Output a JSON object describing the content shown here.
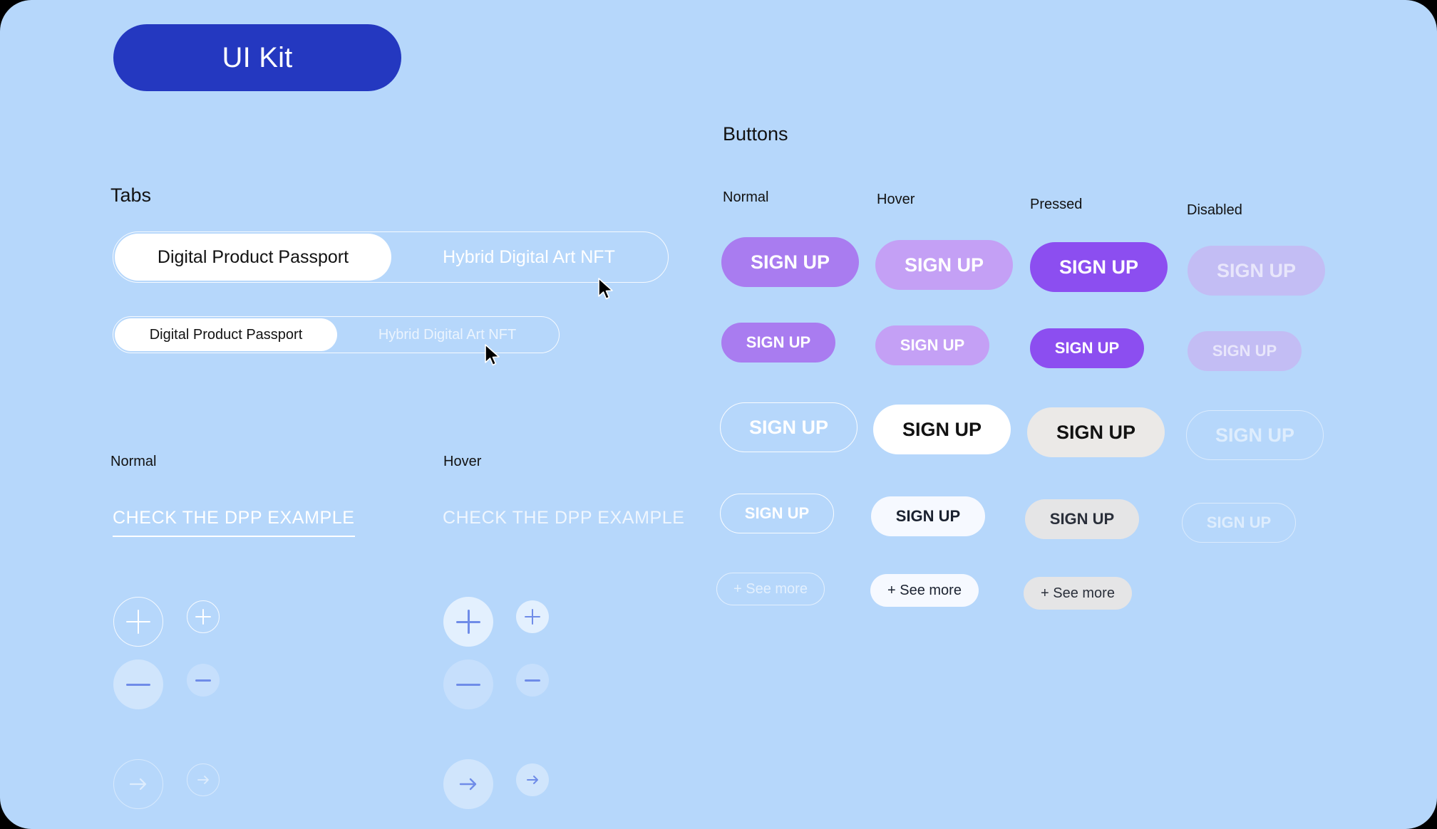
{
  "page": {
    "background_color": "#b6d7fb",
    "title_pill": {
      "label": "UI Kit",
      "bg_color": "#2438c0",
      "text_color": "#ffffff"
    }
  },
  "sections": {
    "tabs_heading": "Tabs",
    "buttons_heading": "Buttons",
    "links_labels": {
      "normal": "Normal",
      "hover": "Hover"
    }
  },
  "tabs": {
    "large": {
      "active_label": "Digital Product Passport",
      "inactive_label": "Hybrid Digital Art NFT"
    },
    "small": {
      "active_label": "Digital Product Passport",
      "inactive_label": "Hybrid Digital Art NFT"
    }
  },
  "links": {
    "normal": {
      "label": "CHECK THE DPP EXAMPLE",
      "underline": "true"
    },
    "hover": {
      "label": "CHECK THE DPP EXAMPLE",
      "underline": "false"
    }
  },
  "icon_buttons": {
    "columns": [
      "Normal",
      "Hover"
    ],
    "plus_icon": "plus-icon",
    "minus_icon": "minus-icon",
    "arrow_icon": "arrow-right-icon"
  },
  "buttons": {
    "state_labels": [
      "Normal",
      "Hover",
      "Pressed",
      "Disabled"
    ],
    "signup_label": "SIGN UP",
    "seemore_label": "+ See more",
    "rows": [
      {
        "name": "filled-purple-large",
        "items": [
          {
            "state": "Normal",
            "label": "SIGN UP",
            "bg": "#a97cf0",
            "fg": "#ffffff"
          },
          {
            "state": "Hover",
            "label": "SIGN UP",
            "bg": "#c4a0f5",
            "fg": "#ffffff"
          },
          {
            "state": "Pressed",
            "label": "SIGN UP",
            "bg": "#8c4ef0",
            "fg": "#ffffff"
          },
          {
            "state": "Disabled",
            "label": "SIGN UP",
            "bg": "#c3bdf4",
            "fg": "#ffffffa0"
          }
        ]
      },
      {
        "name": "filled-purple-small",
        "items": [
          {
            "state": "Normal",
            "label": "SIGN UP",
            "bg": "#a97cf0",
            "fg": "#ffffff"
          },
          {
            "state": "Hover",
            "label": "SIGN UP",
            "bg": "#c4a0f5",
            "fg": "#ffffff"
          },
          {
            "state": "Pressed",
            "label": "SIGN UP",
            "bg": "#8c4ef0",
            "fg": "#ffffff"
          },
          {
            "state": "Disabled",
            "label": "SIGN UP",
            "bg": "#c3bdf4",
            "fg": "#ffffffa0"
          }
        ]
      },
      {
        "name": "outline-light-large",
        "items": [
          {
            "state": "Normal",
            "label": "SIGN UP",
            "bg": "transparent",
            "fg": "#ffffff"
          },
          {
            "state": "Hover",
            "label": "SIGN UP",
            "bg": "#ffffff",
            "fg": "#121212"
          },
          {
            "state": "Pressed",
            "label": "SIGN UP",
            "bg": "#ebe9e7",
            "fg": "#121212"
          },
          {
            "state": "Disabled",
            "label": "SIGN UP",
            "bg": "transparent",
            "fg": "#ffffff8c"
          }
        ]
      },
      {
        "name": "outline-light-small",
        "items": [
          {
            "state": "Normal",
            "label": "SIGN UP",
            "bg": "transparent",
            "fg": "#ffffff"
          },
          {
            "state": "Hover",
            "label": "SIGN UP",
            "bg": "#f6f9ff",
            "fg": "#1b2230"
          },
          {
            "state": "Pressed",
            "label": "SIGN UP",
            "bg": "#e5e5e6",
            "fg": "#2a2f3a"
          },
          {
            "state": "Disabled",
            "label": "SIGN UP",
            "bg": "transparent",
            "fg": "#ffffff8c"
          }
        ]
      },
      {
        "name": "see-more",
        "items": [
          {
            "state": "Normal",
            "label": "+ See more",
            "bg": "transparent",
            "fg": "#ffffff"
          },
          {
            "state": "Hover",
            "label": "+ See more",
            "bg": "#eef3fb",
            "fg": "#1b2230"
          },
          {
            "state": "Pressed",
            "label": "+ See more",
            "bg": "#e5e5e6",
            "fg": "#2a2f3a"
          }
        ]
      }
    ]
  },
  "cursors": [
    {
      "name": "cursor-pointer-tabs-large"
    },
    {
      "name": "cursor-pointer-tabs-small"
    }
  ]
}
